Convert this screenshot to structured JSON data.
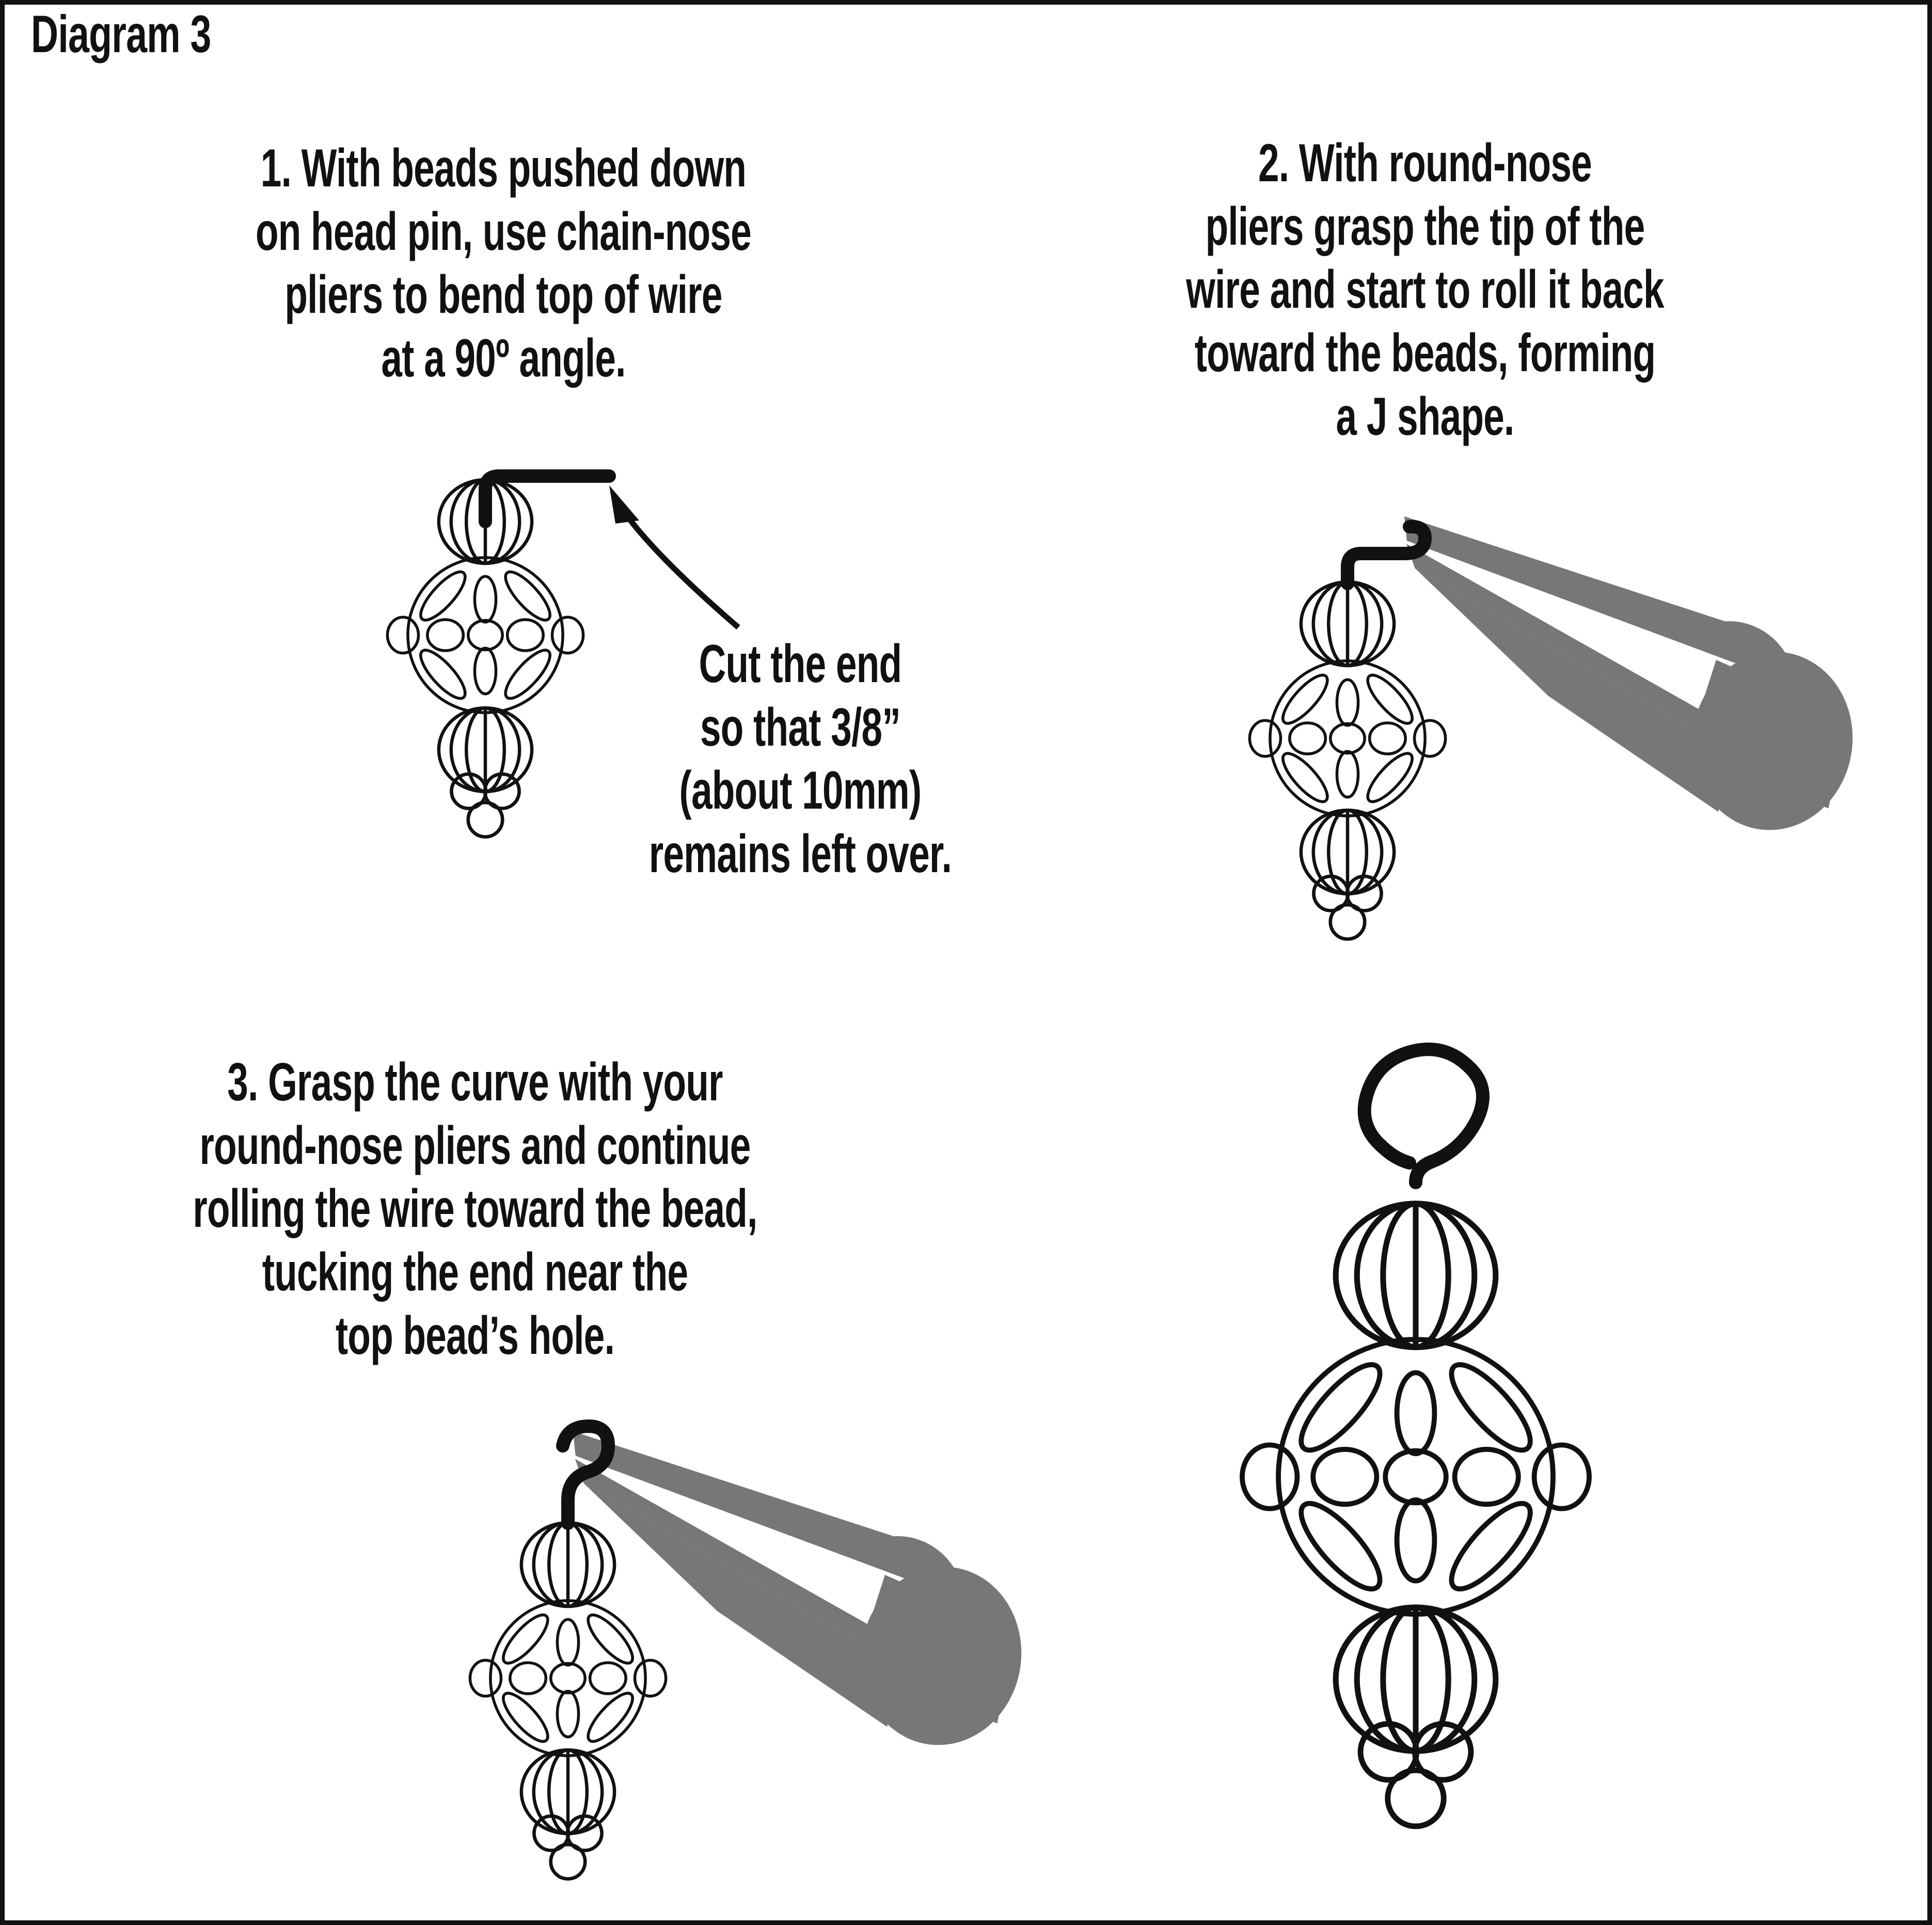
{
  "title": "Diagram 3",
  "colors": {
    "ink": "#111111",
    "pliers_gray": "#777777",
    "background": "#ffffff"
  },
  "steps": [
    {
      "id": "step-1",
      "number": "1.",
      "lines": [
        "1. With beads pushed down",
        "on head pin, use chain-nose",
        "pliers to bend top of wire",
        "at a 90º angle."
      ]
    },
    {
      "id": "step-2",
      "number": "2.",
      "lines": [
        "2. With round-nose",
        "pliers grasp the tip of the",
        "wire and start to roll it back",
        "toward the beads, forming",
        "a J shape."
      ]
    },
    {
      "id": "step-3",
      "number": "3.",
      "lines": [
        "3. Grasp the curve with your",
        "round-nose pliers and continue",
        "rolling the wire toward the bead,",
        "tucking the end near the",
        "top bead’s hole."
      ]
    }
  ],
  "callout": {
    "id": "cut-end-callout",
    "lines": [
      "Cut the end",
      "so that 3/8”",
      "(about 10mm)",
      "remains left over."
    ]
  },
  "figures": [
    {
      "name": "beaded-head-pin-bent-wire",
      "step": 1
    },
    {
      "name": "beaded-head-pin-with-round-nose-pliers-j-shape",
      "step": 2
    },
    {
      "name": "beaded-head-pin-with-round-nose-pliers-rolling-loop",
      "step": 3
    },
    {
      "name": "finished-wrapped-loop-bead-dangle",
      "step": 4
    }
  ]
}
